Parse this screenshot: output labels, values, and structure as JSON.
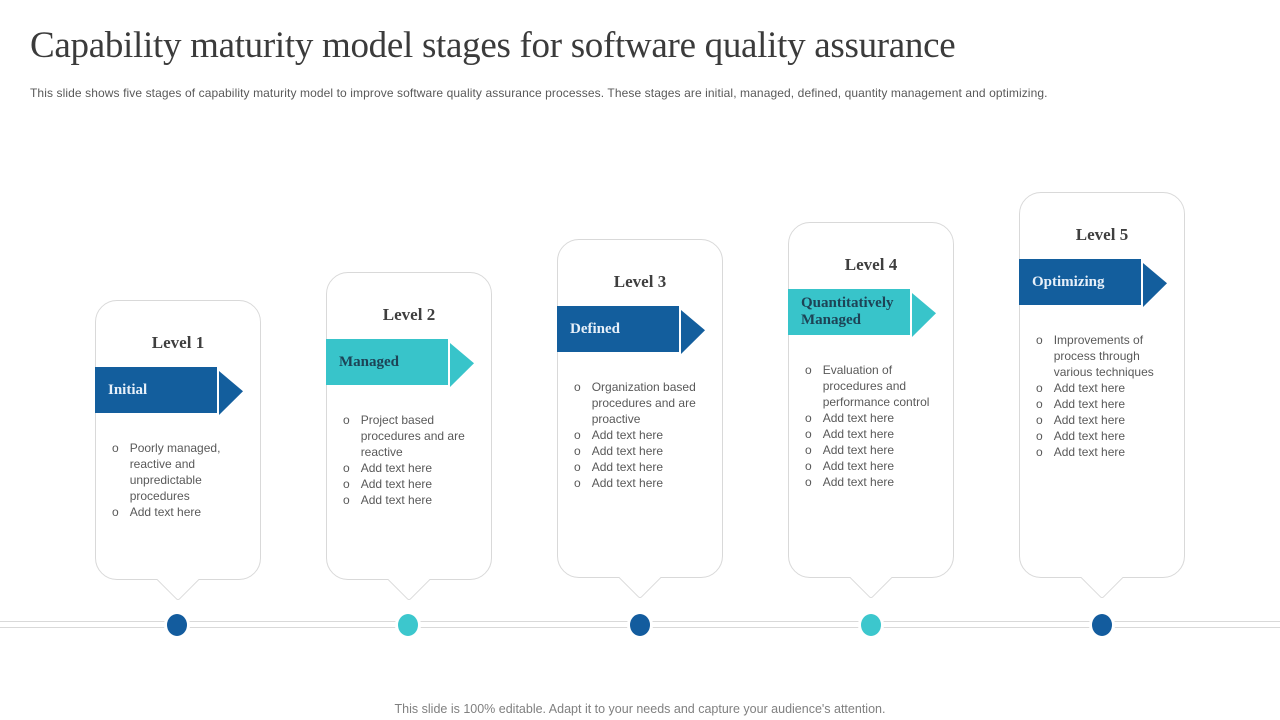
{
  "slide": {
    "title": "Capability maturity model stages for software quality assurance",
    "subtitle": "This slide shows five stages of capability maturity model to improve software quality assurance processes. These stages are initial, managed, defined, quantity management and optimizing.",
    "footer": "This slide is 100% editable. Adapt it to your needs and capture your audience's attention."
  },
  "ui": {
    "bullet_marker": "o"
  },
  "colors": {
    "arrow_blue": "#135e9d",
    "arrow_teal": "#38c4ca",
    "arrow_blue_text": "#e7f0f9",
    "arrow_teal_text": "#1d4356",
    "dot_blue": "#135c9e",
    "dot_teal": "#3cc7cd",
    "card_border": "#d9d9d9",
    "body_text": "#595959"
  },
  "stages": [
    {
      "level": "Level 1",
      "name": "Initial",
      "accent": "blue",
      "bullets": [
        "Poorly managed, reactive and unpredictable procedures",
        "Add text here"
      ]
    },
    {
      "level": "Level 2",
      "name": "Managed",
      "accent": "teal",
      "bullets": [
        "Project based procedures and are reactive",
        "Add text here",
        "Add text here",
        "Add text here"
      ]
    },
    {
      "level": "Level 3",
      "name": "Defined",
      "accent": "blue",
      "bullets": [
        "Organization based procedures and are proactive",
        "Add text here",
        "Add text here",
        "Add text here",
        "Add text here"
      ]
    },
    {
      "level": "Level 4",
      "name": "Quantitatively Managed",
      "accent": "teal",
      "bullets": [
        "Evaluation of procedures and performance control",
        "Add text here",
        "Add text here",
        "Add text here",
        "Add text here",
        "Add text here"
      ]
    },
    {
      "level": "Level 5",
      "name": "Optimizing",
      "accent": "blue",
      "bullets": [
        "Improvements of process through various techniques",
        "Add text here",
        "Add text here",
        "Add text here",
        "Add text here",
        "Add text here"
      ]
    }
  ]
}
